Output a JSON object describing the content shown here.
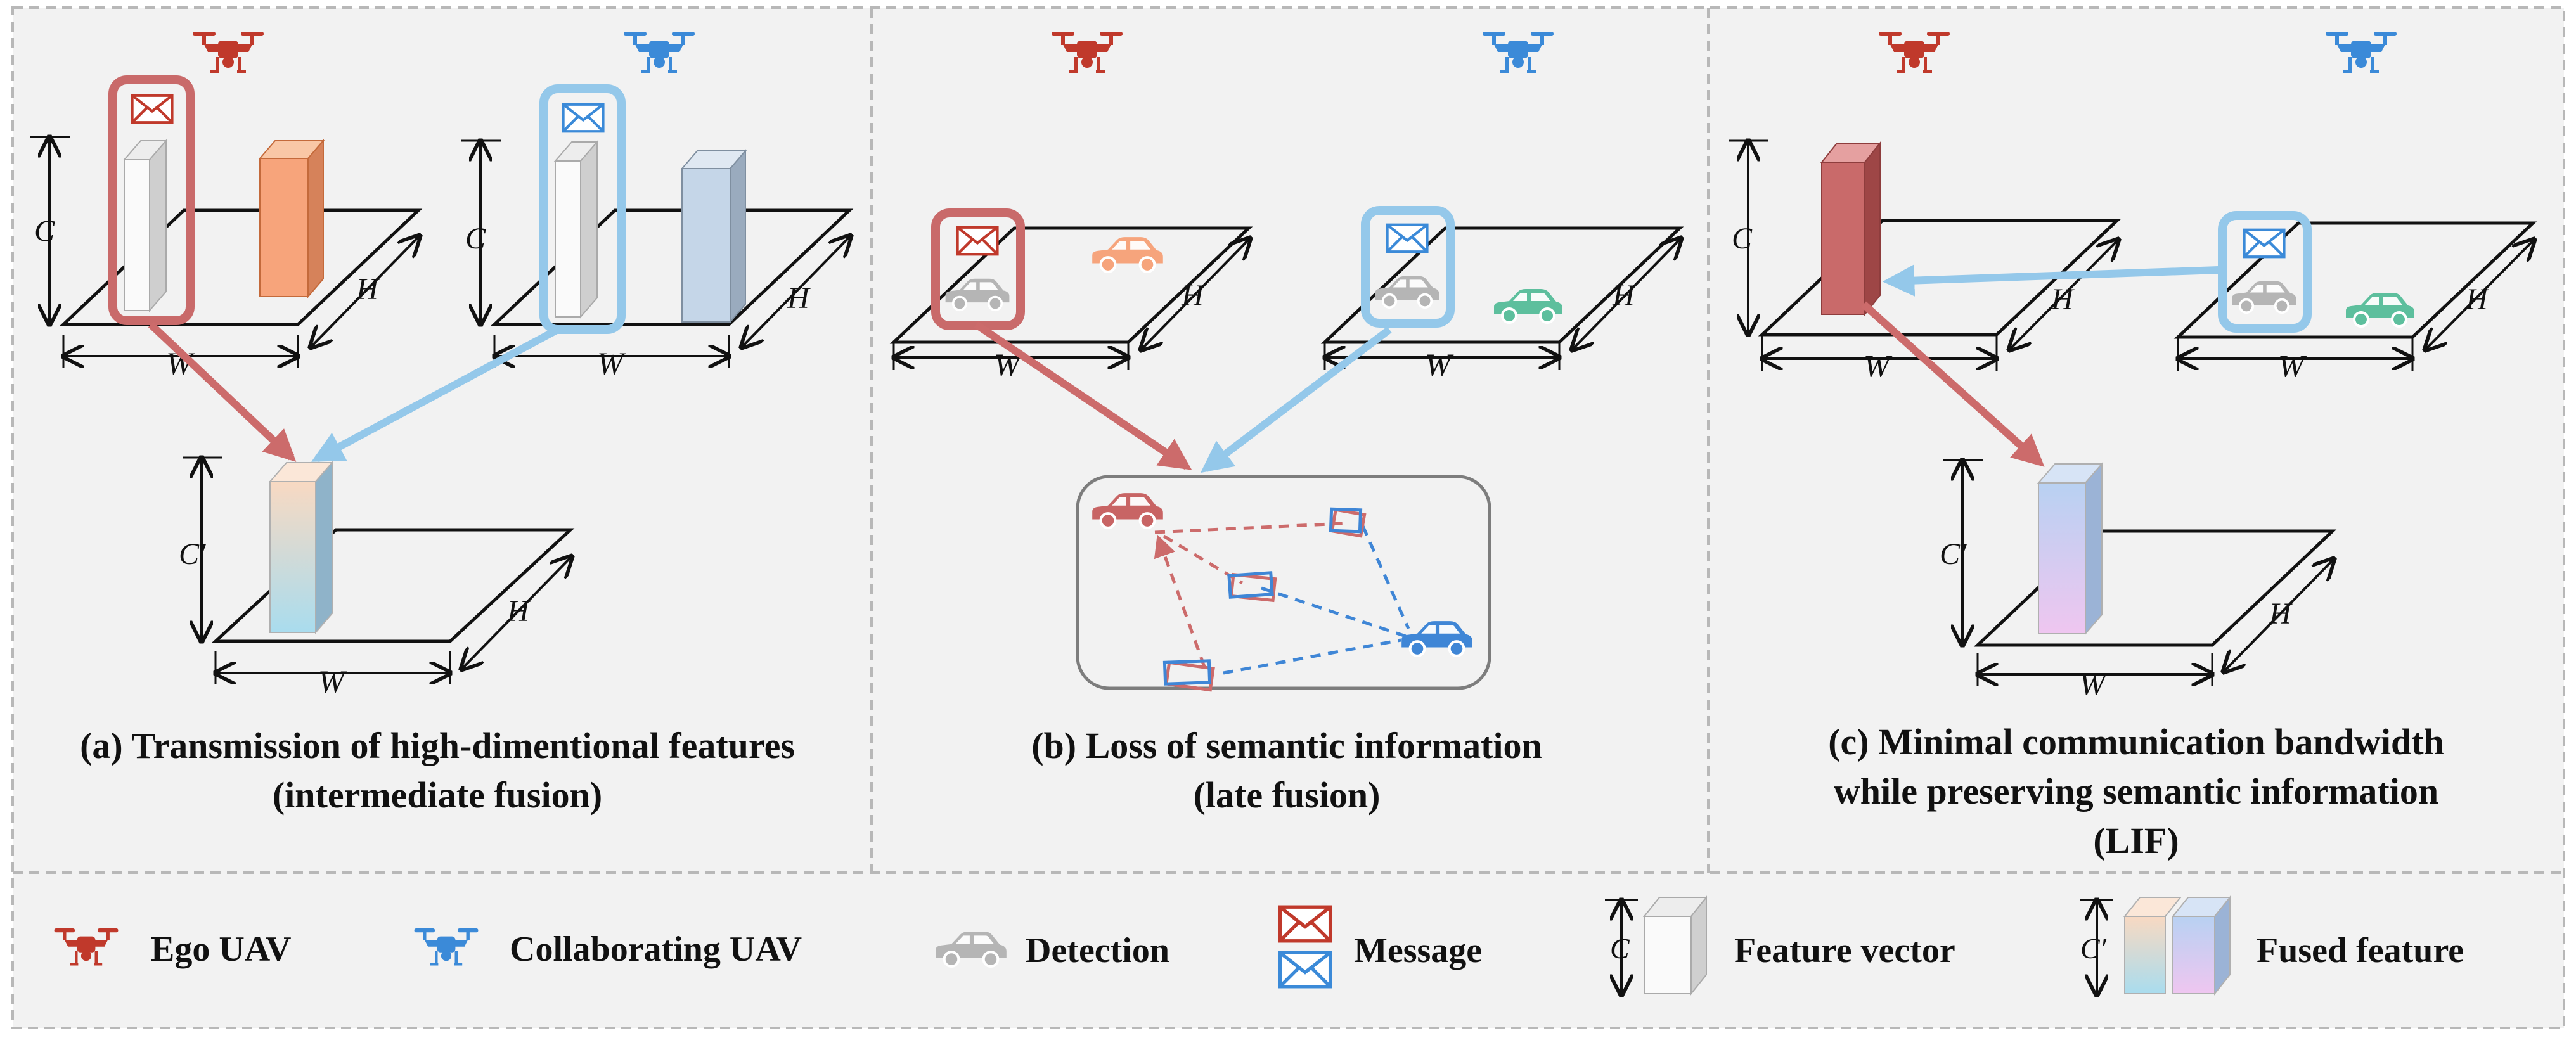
{
  "panels": {
    "a": {
      "caption_line1": "(a) Transmission of high-dimentional features",
      "caption_line2": "(intermediate fusion)"
    },
    "b": {
      "caption_line1": "(b) Loss of semantic information",
      "caption_line2": "(late fusion)"
    },
    "c": {
      "caption_line1": "(c) Minimal communication bandwidth",
      "caption_line2": "while preserving semantic information",
      "caption_line3": "(LIF)"
    }
  },
  "axis_labels": {
    "C": "C",
    "C_prime": "C′",
    "W": "W",
    "H": "H"
  },
  "legend": {
    "ego_uav": "Ego UAV",
    "collaborating_uav": "Collaborating UAV",
    "detection": "Detection",
    "message": "Message",
    "feature_vector": "Feature vector",
    "fused_feature": "Fused feature"
  },
  "colors": {
    "ego": "#c0392b",
    "collab": "#3b8ad8",
    "ego_arrow": "#cc6b6b",
    "collab_arrow": "#94c8ea",
    "panel_bg": "#f2f2f2",
    "divider": "#b8b8b8",
    "detection_gray": "#b5b5b5",
    "car_orange": "#f6a47c",
    "car_teal": "#5dbf9d",
    "car_red": "#c86464",
    "car_blue": "#3f86d6"
  },
  "icons": [
    "drone-icon",
    "car-icon",
    "envelope-icon",
    "box-icon"
  ]
}
